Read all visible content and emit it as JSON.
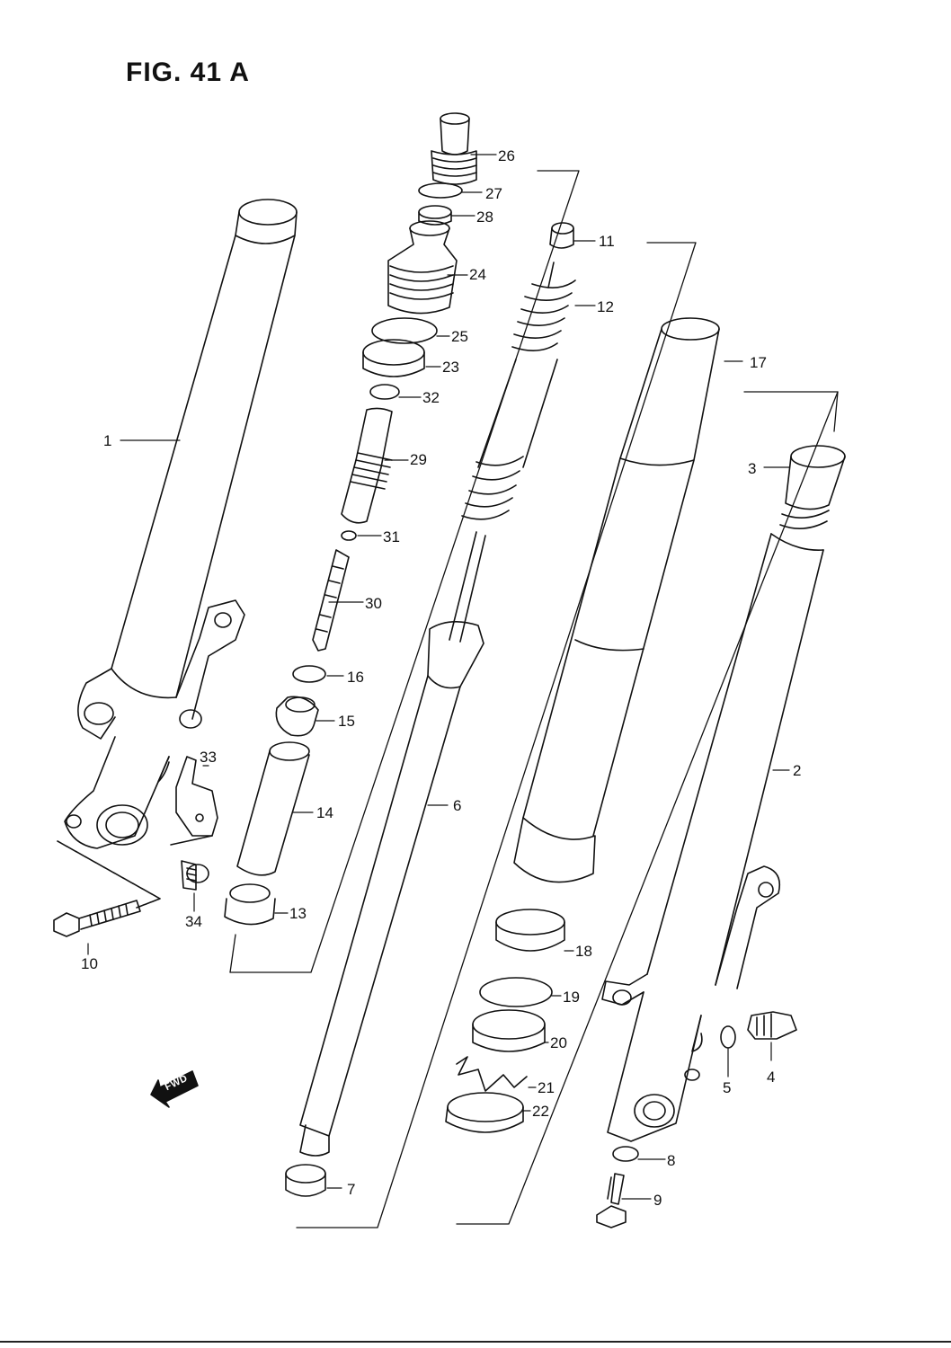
{
  "figure": {
    "title": "FIG. 41 A"
  },
  "fwd_badge": {
    "label": "FWD"
  },
  "callouts": {
    "c1": "1",
    "c2": "2",
    "c3": "3",
    "c4": "4",
    "c5": "5",
    "c6": "6",
    "c7": "7",
    "c8": "8",
    "c9": "9",
    "c10": "10",
    "c11": "11",
    "c12": "12",
    "c13": "13",
    "c14": "14",
    "c15": "15",
    "c16": "16",
    "c17": "17",
    "c18": "18",
    "c19": "19",
    "c20": "20",
    "c21": "21",
    "c22": "22",
    "c23": "23",
    "c24": "24",
    "c25": "25",
    "c26": "26",
    "c27": "27",
    "c28": "28",
    "c29": "29",
    "c30": "30",
    "c31": "31",
    "c32": "32",
    "c33": "33",
    "c34": "34"
  },
  "colors": {
    "ink": "#111111",
    "paper": "#ffffff"
  }
}
